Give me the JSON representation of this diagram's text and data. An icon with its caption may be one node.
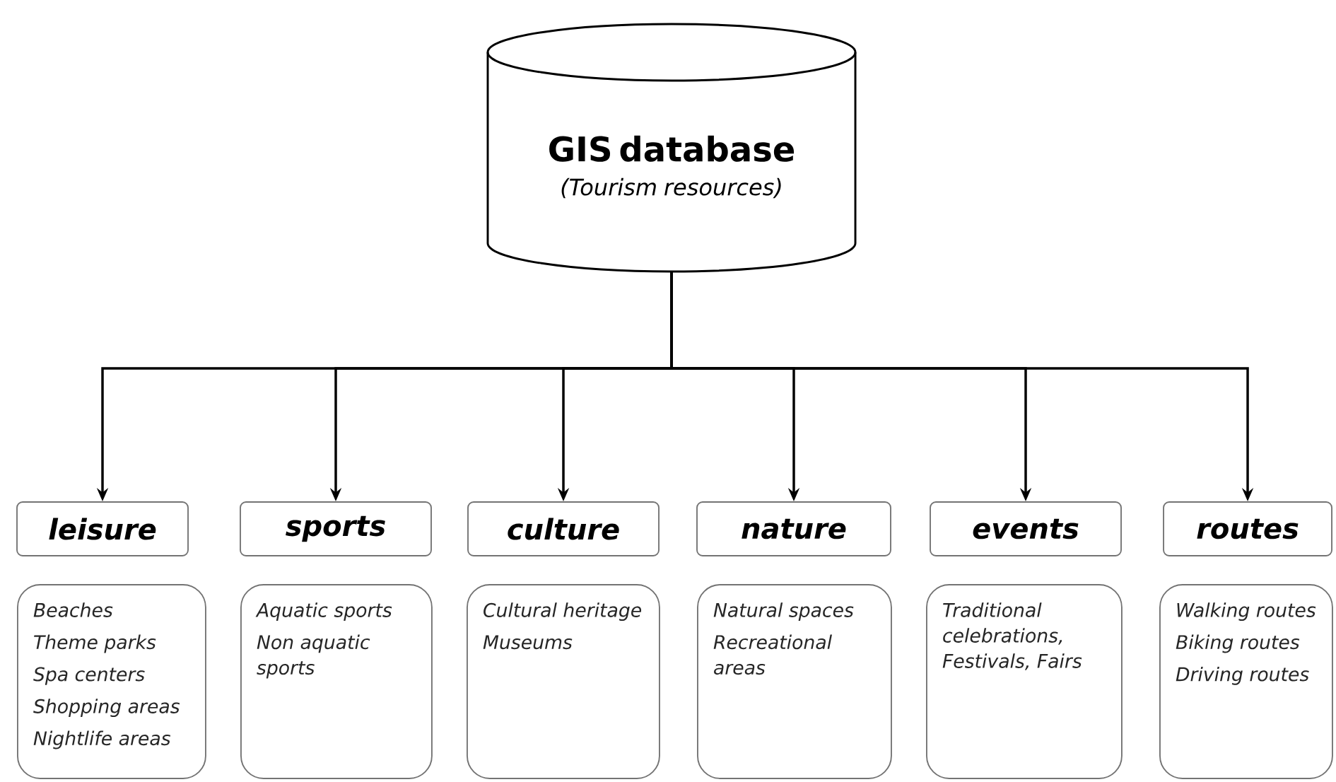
{
  "diagram": {
    "nodes": [
      {
        "text": [
          "GIS database",
          "(Tourism resources)"
        ]
      },
      {
        "text": [
          "leisure"
        ]
      },
      {
        "text": [
          "sports"
        ]
      },
      {
        "text": [
          "culture"
        ]
      },
      {
        "text": [
          "nature"
        ]
      },
      {
        "text": [
          "events"
        ]
      },
      {
        "text": [
          "routes"
        ]
      },
      {
        "text": [
          "Beaches",
          "Theme parks",
          "Spa centers",
          "Shopping areas",
          "Nightlife areas"
        ]
      },
      {
        "text": [
          "Aquatic sports",
          "Non aquatic sports"
        ]
      },
      {
        "text": [
          "Cultural heritage",
          "Museums"
        ]
      },
      {
        "text": [
          "Natural spaces",
          "Recreational areas"
        ]
      },
      {
        "text": [
          "Traditional celebrations, Festivals, Fairs"
        ]
      },
      {
        "text": [
          "Walking routes",
          "Biking routes",
          "Driving routes"
        ]
      }
    ],
    "edges": [
      {
        "from": 0,
        "to": 1,
        "arrow": "to"
      },
      {
        "from": 0,
        "to": 2,
        "arrow": "to"
      },
      {
        "from": 0,
        "to": 3,
        "arrow": "to"
      },
      {
        "from": 0,
        "to": 4,
        "arrow": "to"
      },
      {
        "from": 0,
        "to": 5,
        "arrow": "to"
      },
      {
        "from": 0,
        "to": 6,
        "arrow": "to"
      }
    ]
  }
}
